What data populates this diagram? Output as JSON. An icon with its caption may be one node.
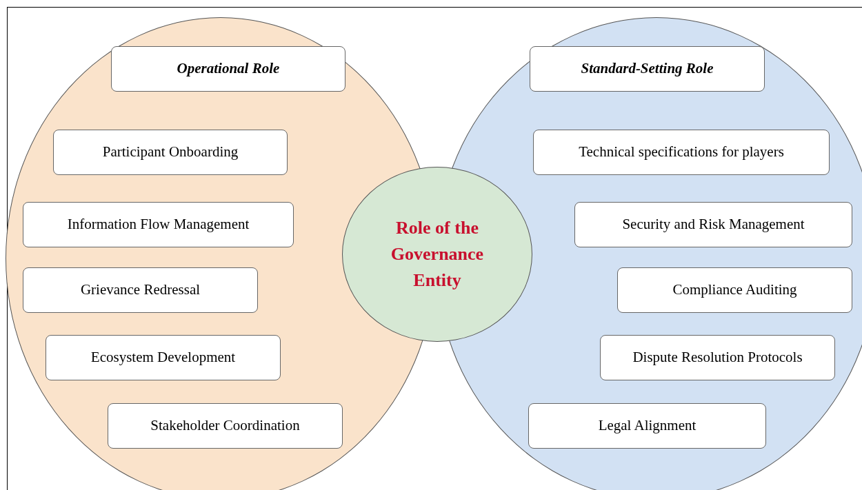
{
  "diagram": {
    "nodes": [
      {
        "text": [],
        "shape": "circle"
      },
      {
        "text": [
          "Operational Role"
        ],
        "in": 0
      },
      {
        "text": [
          "Participant Onboarding"
        ],
        "in": 0
      },
      {
        "text": [
          "Information Flow Management"
        ],
        "in": 0
      },
      {
        "text": [
          "Grievance Redressal"
        ],
        "in": 0
      },
      {
        "text": [
          "Ecosystem Development"
        ],
        "in": 0
      },
      {
        "text": [
          "Stakeholder Coordination"
        ],
        "in": 0
      },
      {
        "text": [],
        "shape": "circle"
      },
      {
        "text": [
          "Standard-Setting Role"
        ],
        "in": 7
      },
      {
        "text": [
          "Technical specifications for players"
        ],
        "in": 7
      },
      {
        "text": [
          "Security and Risk Management"
        ],
        "in": 7
      },
      {
        "text": [
          "Compliance Auditing"
        ],
        "in": 7
      },
      {
        "text": [
          "Dispute Resolution Protocols"
        ],
        "in": 7
      },
      {
        "text": [
          "Legal Alignment"
        ],
        "in": 7
      },
      {
        "text": [
          "Role of the Governance Entity"
        ]
      }
    ]
  }
}
